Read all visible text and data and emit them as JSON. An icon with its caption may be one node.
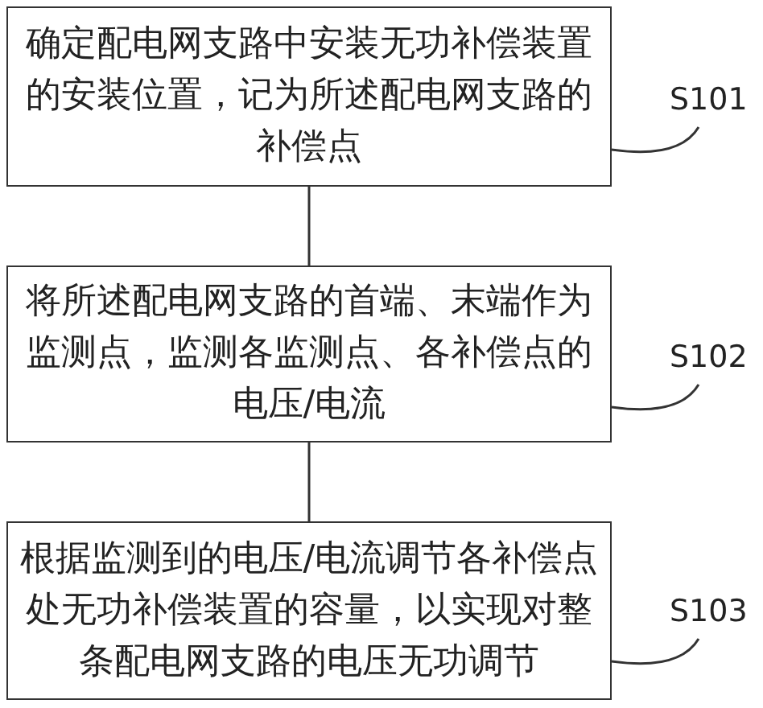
{
  "diagram": {
    "nodes": [
      {
        "text": [
          "确定配电网支路中安装无功补偿装置的安装位置，记为所述配电网支路的补偿点"
        ]
      },
      {
        "text": [
          "将所述配电网支路的首端、末端作为监测点，监测各监测点、各补偿点的电压/电流"
        ]
      },
      {
        "text": [
          "根据监测到的电压/电流调节各补偿点处无功补偿装置的容量，以实现对整条配电网支路的电压无功调节"
        ]
      },
      {
        "text": [
          "S101"
        ]
      },
      {
        "text": [
          "S102"
        ]
      },
      {
        "text": [
          "S103"
        ]
      }
    ],
    "edges": [
      {
        "from": 0,
        "to": 1,
        "arrow": "none"
      },
      {
        "from": 1,
        "to": 2,
        "arrow": "none"
      },
      {
        "from": 3,
        "to": 0,
        "arrow": "none"
      },
      {
        "from": 4,
        "to": 1,
        "arrow": "none"
      },
      {
        "from": 5,
        "to": 2,
        "arrow": "none"
      }
    ]
  }
}
